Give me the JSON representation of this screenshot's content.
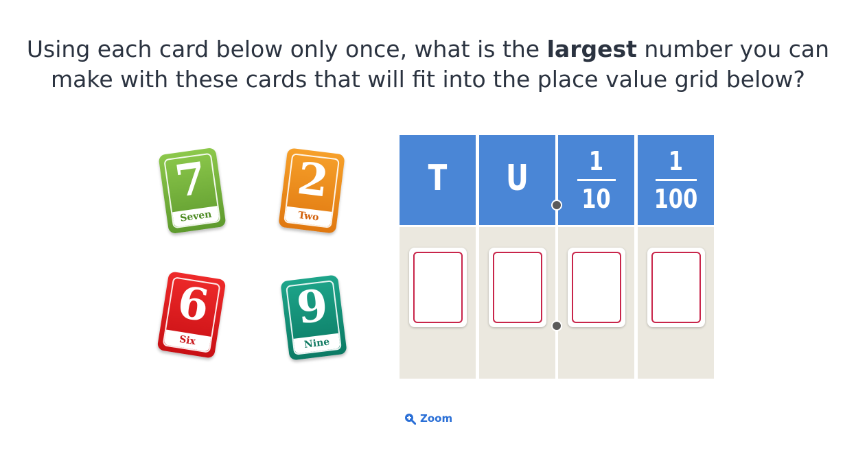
{
  "question": {
    "before": "Using each card below only once, what is the ",
    "bold": "largest",
    "after": " number you can make with these cards that will fit into the place value grid below?"
  },
  "cards": [
    {
      "digit": "7",
      "word": "Seven",
      "color": "#6aab36"
    },
    {
      "digit": "2",
      "word": "Two",
      "color": "#ee8a18"
    },
    {
      "digit": "6",
      "word": "Six",
      "color": "#e01a1e"
    },
    {
      "digit": "9",
      "word": "Nine",
      "color": "#118f74"
    }
  ],
  "grid": {
    "headers": {
      "tens": "T",
      "units": "U",
      "tenths": {
        "numerator": "1",
        "denominator": "10"
      },
      "hundredths": {
        "numerator": "1",
        "denominator": "100"
      }
    },
    "header_color": "#4a86d6",
    "slot_border_color": "#c8254a"
  },
  "zoom": {
    "label": "Zoom",
    "icon": "zoom-in-icon"
  }
}
